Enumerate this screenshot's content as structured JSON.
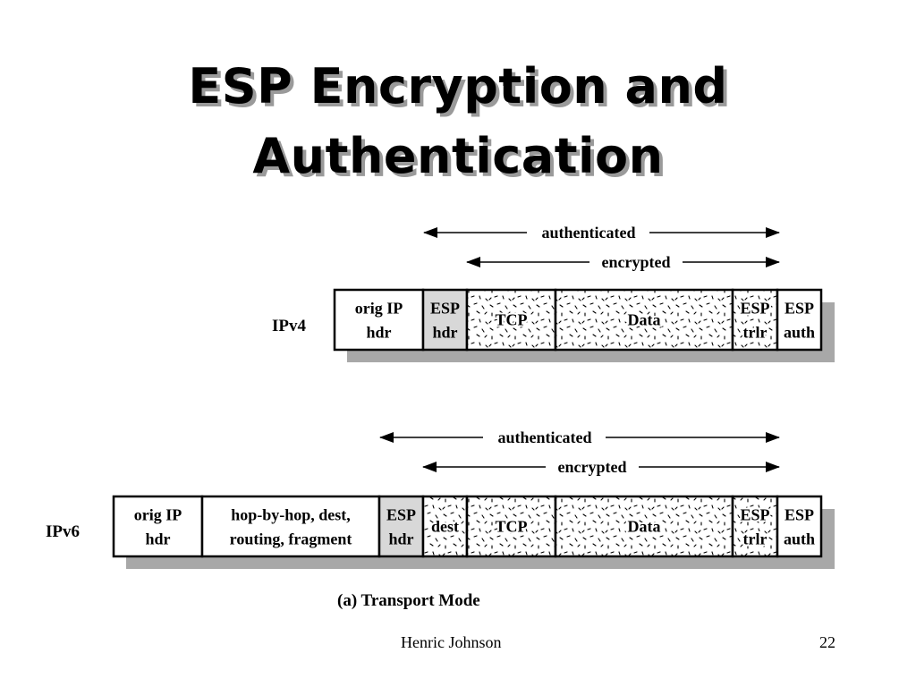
{
  "slide": {
    "title_line1": "ESP Encryption and",
    "title_line2": "Authentication",
    "footer_author": "Henric Johnson",
    "footer_page": "22"
  },
  "diagram": {
    "caption": "(a) Transport Mode",
    "ipv4": {
      "label": "IPv4",
      "authenticated_label": "authenticated",
      "encrypted_label": "encrypted",
      "fields": [
        {
          "key": "orig-ip-hdr",
          "lines": [
            "orig IP",
            "hdr"
          ],
          "fill": "plain"
        },
        {
          "key": "esp-hdr",
          "lines": [
            "ESP",
            "hdr"
          ],
          "fill": "gray"
        },
        {
          "key": "tcp",
          "lines": [
            "TCP"
          ],
          "fill": "speckled"
        },
        {
          "key": "data",
          "lines": [
            "Data"
          ],
          "fill": "speckled"
        },
        {
          "key": "esp-trlr",
          "lines": [
            "ESP",
            "trlr"
          ],
          "fill": "speckled"
        },
        {
          "key": "esp-auth",
          "lines": [
            "ESP",
            "auth"
          ],
          "fill": "plain"
        }
      ]
    },
    "ipv6": {
      "label": "IPv6",
      "authenticated_label": "authenticated",
      "encrypted_label": "encrypted",
      "fields": [
        {
          "key": "orig-ip-hdr",
          "lines": [
            "orig IP",
            "hdr"
          ],
          "fill": "plain"
        },
        {
          "key": "ext-headers",
          "lines": [
            "hop-by-hop, dest,",
            "routing, fragment"
          ],
          "fill": "plain"
        },
        {
          "key": "esp-hdr",
          "lines": [
            "ESP",
            "hdr"
          ],
          "fill": "gray"
        },
        {
          "key": "dest",
          "lines": [
            "dest"
          ],
          "fill": "speckled"
        },
        {
          "key": "tcp",
          "lines": [
            "TCP"
          ],
          "fill": "speckled"
        },
        {
          "key": "data",
          "lines": [
            "Data"
          ],
          "fill": "speckled"
        },
        {
          "key": "esp-trlr",
          "lines": [
            "ESP",
            "trlr"
          ],
          "fill": "speckled"
        },
        {
          "key": "esp-auth",
          "lines": [
            "ESP",
            "auth"
          ],
          "fill": "plain"
        }
      ]
    },
    "colors": {
      "gray_fill": "#d8d8d8",
      "shadow": "#a8a8a8",
      "outline": "#000000"
    }
  }
}
